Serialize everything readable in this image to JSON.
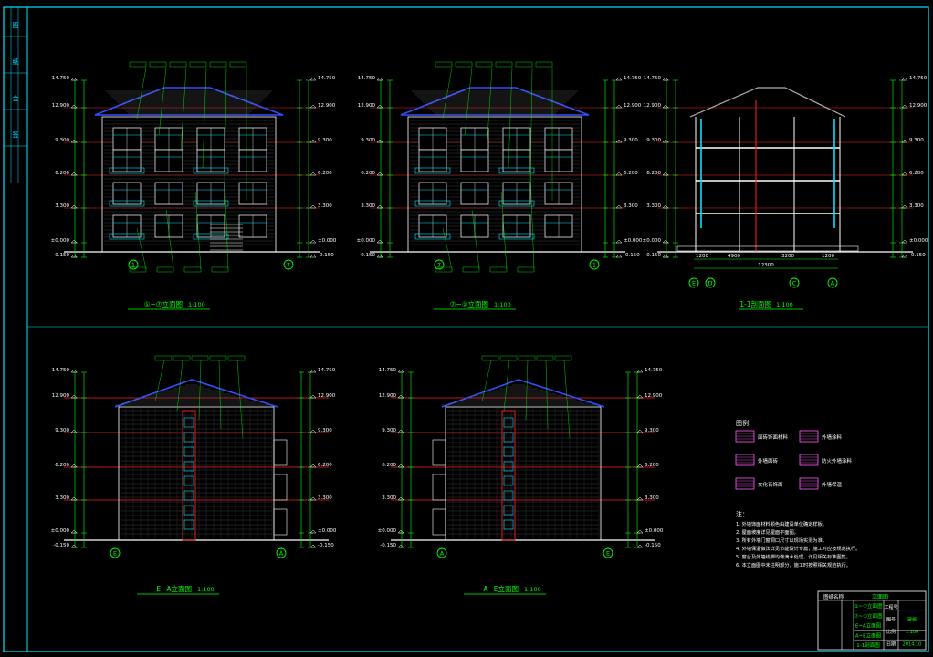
{
  "colors": {
    "background": "#000000",
    "frame": "#00e5ff",
    "dimension": "#00ff00",
    "level_line": "#ff2020",
    "roof": "#3050ff",
    "wall": "#ffffff",
    "pattern": "#ff60ff",
    "label": "#00ff00"
  },
  "views": [
    {
      "id": "front",
      "title": "①~⑦立面图",
      "scale": "1:100",
      "type": "elevation",
      "axes_left": "1",
      "axes_right": "7"
    },
    {
      "id": "rear",
      "title": "⑦~①立面图",
      "scale": "1:100",
      "type": "elevation",
      "axes_left": "7",
      "axes_right": "1"
    },
    {
      "id": "section",
      "title": "1-1剖面图",
      "scale": "1:100",
      "type": "section",
      "axes": [
        "E",
        "D",
        "C",
        "A"
      ],
      "dims": [
        "1200",
        "4900",
        "3200",
        "1200"
      ],
      "total": "12300"
    },
    {
      "id": "side-left",
      "title": "E~A立面图",
      "scale": "1:100",
      "type": "side",
      "axes_left": "E",
      "axes_right": "A"
    },
    {
      "id": "side-right",
      "title": "A~E立面图",
      "scale": "1:100",
      "type": "side",
      "axes_left": "A",
      "axes_right": "E"
    }
  ],
  "levels": [
    "14.750",
    "12.900",
    "9.300",
    "6.200",
    "3.300",
    "±0.000",
    "-0.150"
  ],
  "legend": {
    "title": "图例",
    "items": [
      "面砖饰面材料",
      "外墙涂料",
      "外墙面砖",
      "防火外墙涂料",
      "文化石饰面",
      "外墙保温"
    ]
  },
  "notes": {
    "title": "注：",
    "lines": [
      "1. 外墙饰面材料颜色由建设单位确定样板。",
      "2. 屋面坡度详见屋面平面图。",
      "3. 所有外墙门窗洞口尺寸以现场实测为准。",
      "4. 外墙保温做法详见节能设计专篇，施工时应按规范执行。",
      "5. 窗台及外墙线脚均做滴水处理，详见相关标准图集。",
      "6. 本立面图中未注明部分，施工时按照相关规范执行。"
    ]
  },
  "title_block": {
    "drawing_name": "立面图",
    "rows": [
      "①~⑦立面图",
      "⑦~①立面图",
      "E~A立面图",
      "A~E立面图",
      "1-1剖面图"
    ],
    "fields": [
      {
        "k": "工程号",
        "v": ""
      },
      {
        "k": "图号",
        "v": "建施"
      },
      {
        "k": "比例",
        "v": "1:100"
      },
      {
        "k": "日期",
        "v": "2014.10"
      }
    ],
    "stamp": "图纸名称"
  },
  "side_strip": [
    "图",
    "纸",
    "会",
    "签"
  ]
}
